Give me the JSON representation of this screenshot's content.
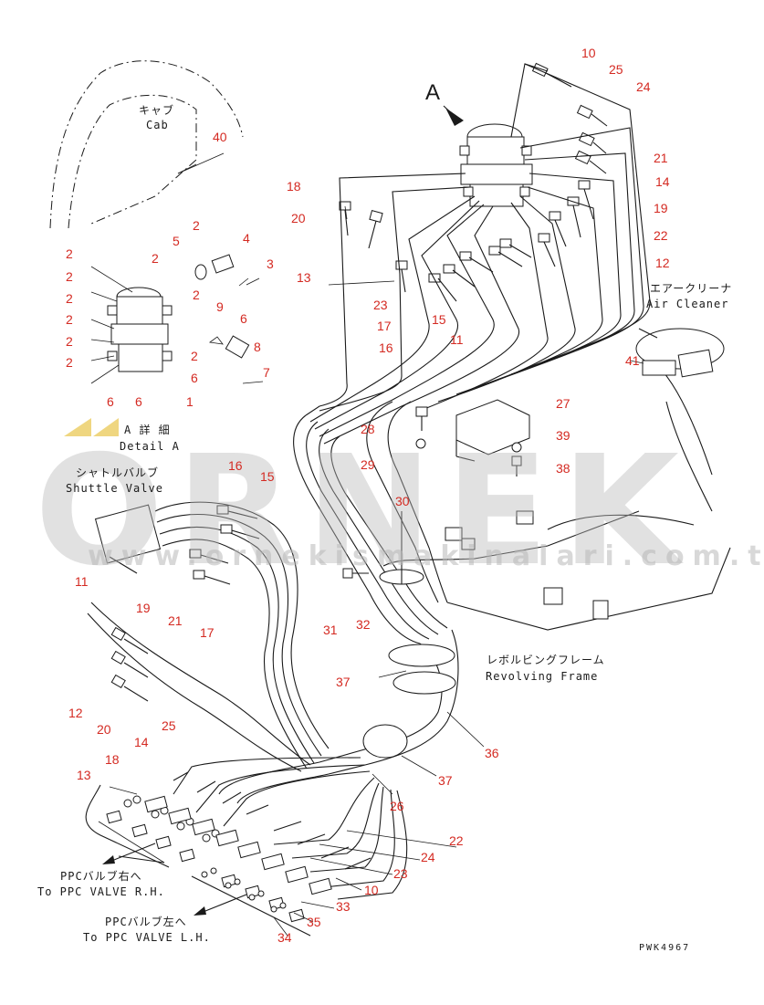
{
  "labels": {
    "cab_jp": "キャブ",
    "cab_en": "Cab",
    "view_a": "A",
    "detail_jp": "A 詳 細",
    "detail_en": "Detail A",
    "shuttle_jp": "シャトルバルブ",
    "shuttle_en": "Shuttle Valve",
    "air_jp": "エアークリーナ",
    "air_en": "Air Cleaner",
    "frame_jp": "レボルビングフレーム",
    "frame_en": "Revolving Frame",
    "rh_jp": "PPCバルブ右へ",
    "rh_en": "To PPC VALVE R.H.",
    "lh_jp": "PPCバルブ左へ",
    "lh_en": "To PPC VALVE L.H.",
    "drawing_code": "PWK4967"
  },
  "watermark": {
    "brand": "ORNEK",
    "url": "www.ornekismakinalari.com.tr"
  },
  "part_numbers": [
    "10",
    "25",
    "24",
    "21",
    "14",
    "19",
    "22",
    "12",
    "18",
    "20",
    "13",
    "23",
    "17",
    "15",
    "16",
    "11",
    "41",
    "40",
    "2",
    "2",
    "2",
    "2",
    "2",
    "2",
    "2",
    "2",
    "5",
    "4",
    "3",
    "2",
    "9",
    "6",
    "8",
    "7",
    "2",
    "6",
    "6",
    "6",
    "1",
    "16",
    "15",
    "11",
    "19",
    "21",
    "17",
    "28",
    "27",
    "39",
    "29",
    "38",
    "30",
    "31",
    "32",
    "37",
    "36",
    "37",
    "26",
    "12",
    "20",
    "14",
    "25",
    "18",
    "13",
    "22",
    "24",
    "23",
    "10",
    "33",
    "35",
    "34"
  ],
  "colors": {
    "callout": "#d42a22",
    "linework": "#1a1a1a",
    "watermark": "#b9b9b9",
    "accent_yellow": "#e8c44a"
  }
}
